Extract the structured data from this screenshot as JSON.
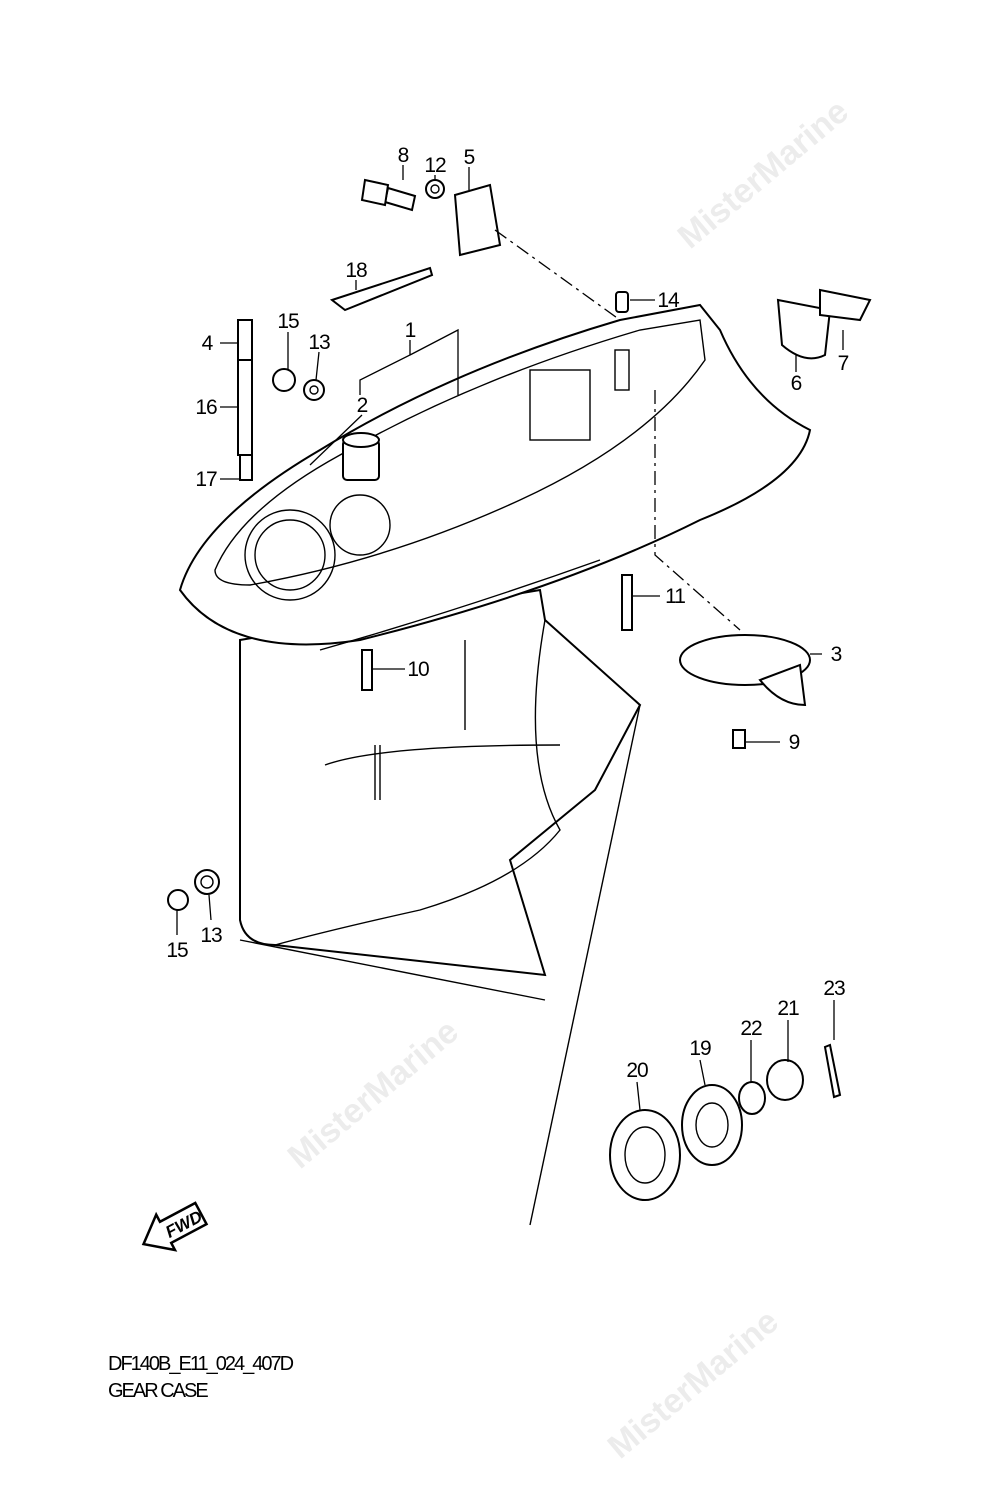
{
  "watermark": "MisterMarine",
  "diagram": {
    "code": "DF140B_E11_024_407D",
    "title": "GEAR CASE",
    "fwd_label": "FWD",
    "callouts": [
      "8",
      "12",
      "5",
      "18",
      "14",
      "4",
      "15",
      "13",
      "1",
      "2",
      "16",
      "17",
      "7",
      "6",
      "11",
      "3",
      "10",
      "9",
      "15",
      "13",
      "23",
      "21",
      "22",
      "19",
      "20"
    ]
  }
}
